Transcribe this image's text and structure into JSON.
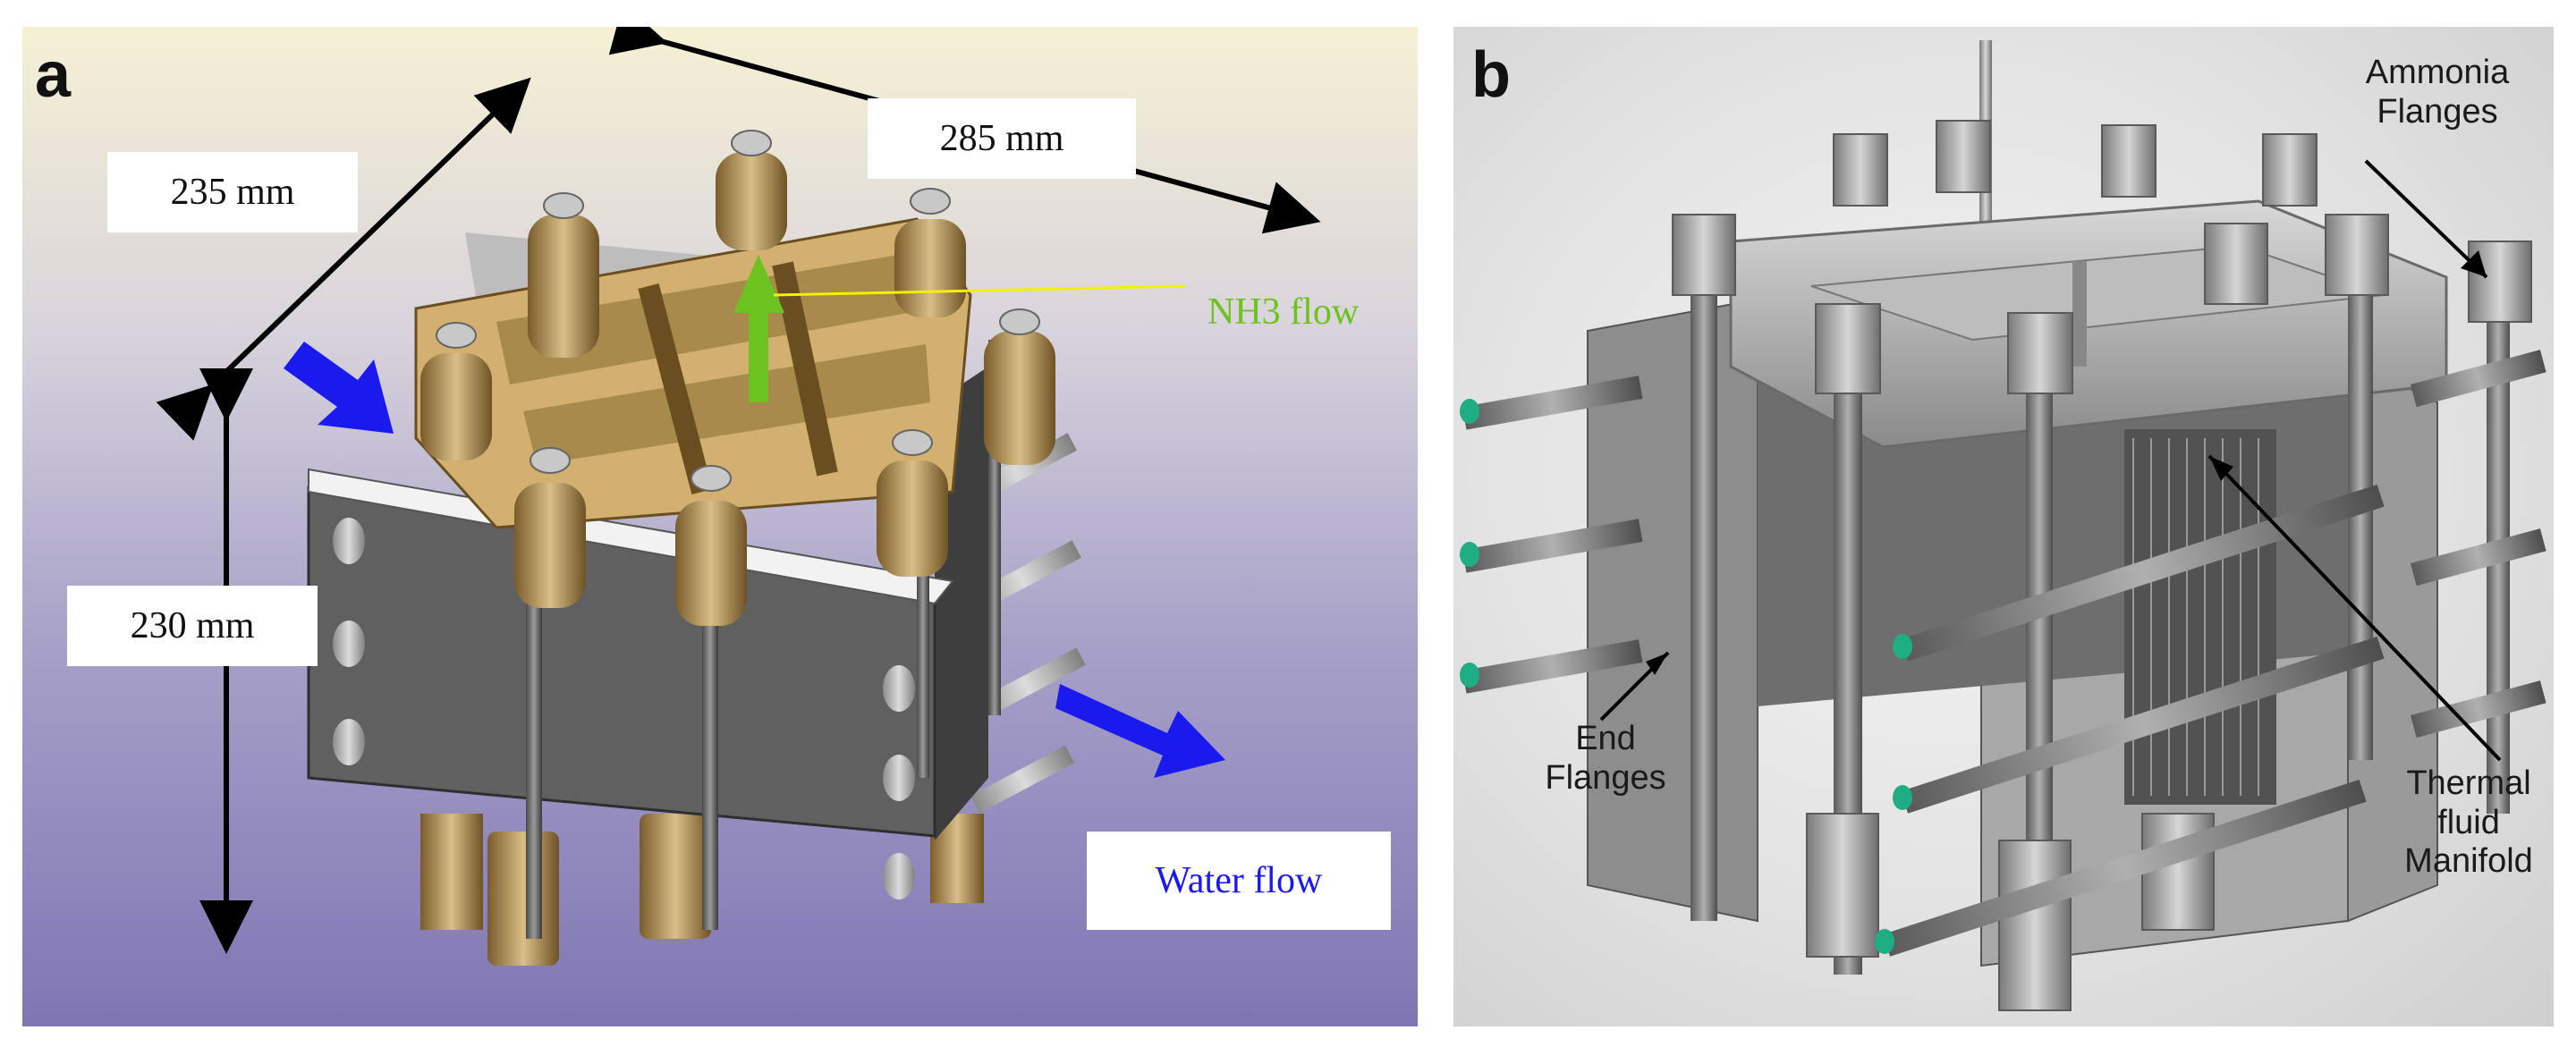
{
  "panel_a": {
    "letter": "a",
    "dimensions": {
      "depth": "235 mm",
      "width": "285 mm",
      "height": "230 mm"
    },
    "nh3_flow_label": "NH3 flow",
    "water_flow_label": "Water flow",
    "colors": {
      "water_arrow": "#1a1aee",
      "nh3_arrow": "#6cc21f",
      "nh3_label": "#6cc21f",
      "water_label": "#1a1aee",
      "manifold": "#c9a86a",
      "plate": "#5d5d5d"
    }
  },
  "panel_b": {
    "letter": "b",
    "labels": {
      "ammonia_flanges": [
        "Ammonia",
        "Flanges"
      ],
      "end_flanges": [
        "End",
        "Flanges"
      ],
      "thermal_fluid_manifold": [
        "Thermal",
        "fluid",
        "Manifold"
      ]
    }
  }
}
